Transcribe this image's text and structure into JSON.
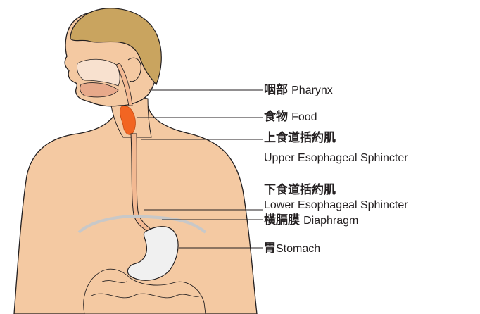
{
  "labels": {
    "pharynx": {
      "zh": "咽部",
      "en": "Pharynx"
    },
    "food": {
      "zh": "食物",
      "en": "Food"
    },
    "ues": {
      "zh": "上食道括約肌",
      "en": "Upper Esophageal Sphincter"
    },
    "les": {
      "zh": "下食道括約肌",
      "en": "Lower Esophageal Sphincter"
    },
    "diaphragm": {
      "zh": "橫膈膜",
      "en": "Diaphragm"
    },
    "stomach": {
      "zh": "胃",
      "en": "Stomach"
    }
  },
  "colors": {
    "skin": "#f4c9a2",
    "hair": "#c9a45f",
    "food": "#f26522",
    "esophagus": "#f3b992",
    "leader": "#231f20",
    "diaphragm": "#c8c8c8"
  }
}
